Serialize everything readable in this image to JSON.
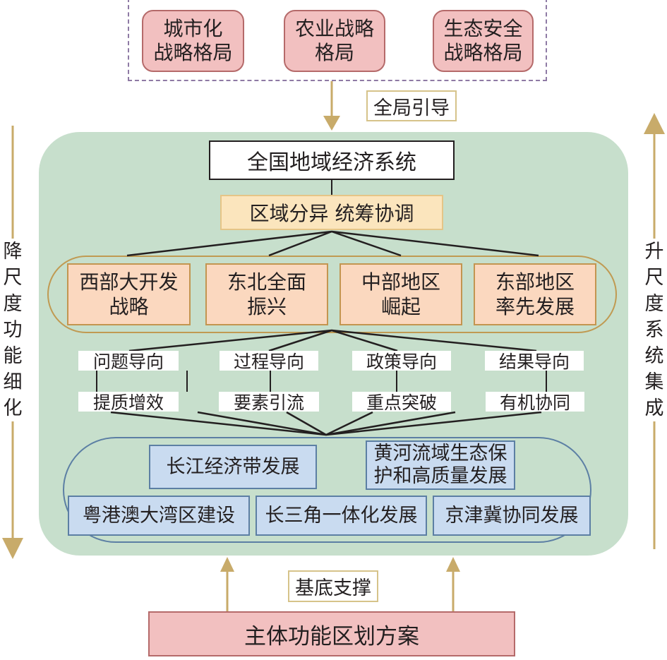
{
  "top_group": {
    "boxes": [
      {
        "lines": [
          "城市化",
          "战略格局"
        ]
      },
      {
        "lines": [
          "农业战略",
          "格局"
        ]
      },
      {
        "lines": [
          "生态安全",
          "战略格局"
        ]
      }
    ]
  },
  "labels": {
    "global_guidance": "全局引导",
    "base_support": "基底支撑"
  },
  "main": {
    "national_system": "全国地域经济系统",
    "coordination": "区域分异 统筹协调",
    "regions": [
      {
        "lines": [
          "西部大开发",
          "战略"
        ]
      },
      {
        "lines": [
          "东北全面",
          "振兴"
        ]
      },
      {
        "lines": [
          "中部地区",
          "崛起"
        ]
      },
      {
        "lines": [
          "东部地区",
          "率先发展"
        ]
      }
    ],
    "orientations": [
      {
        "guide": "问题导向",
        "effect": "提质增效"
      },
      {
        "guide": "过程导向",
        "effect": "要素引流"
      },
      {
        "guide": "政策导向",
        "effect": "重点突破"
      },
      {
        "guide": "结果导向",
        "effect": "有机协同"
      }
    ],
    "strategies": {
      "row1": [
        {
          "lines": [
            "长江经济带发展"
          ]
        },
        {
          "lines": [
            "黄河流域生态保",
            "护和高质量发展"
          ]
        }
      ],
      "row2": [
        {
          "lines": [
            "粤港澳大湾区建设"
          ]
        },
        {
          "lines": [
            "长三角一体化发展"
          ]
        },
        {
          "lines": [
            "京津冀协同发展"
          ]
        }
      ]
    }
  },
  "bottom": {
    "scheme": "主体功能区划方案"
  },
  "side": {
    "left_chars": [
      "降",
      "尺",
      "度",
      "功",
      "能",
      "细",
      "化"
    ],
    "right_chars": [
      "升",
      "尺",
      "度",
      "系",
      "统",
      "集",
      "成"
    ]
  },
  "colors": {
    "arrow": "#c8ab6a",
    "panel": "#c7dfcc",
    "pink": "#f2c0c0",
    "peach": "#fbd8bf",
    "blue": "#c9dbf0"
  }
}
